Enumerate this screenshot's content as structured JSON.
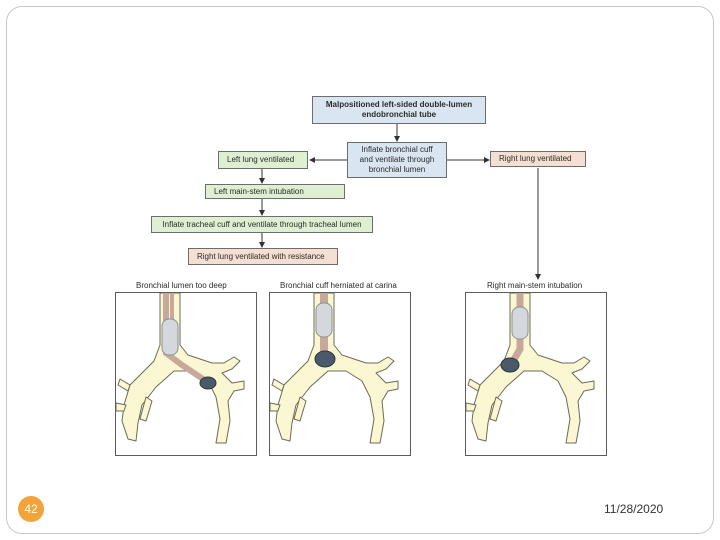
{
  "flowchart": {
    "top_box": "Malpositioned left-sided double-lumen\nendobronchial tube",
    "inflate_bronchial": "Inflate bronchial cuff\nand ventilate through\nbronchial lumen",
    "left_lung_ventilated": "Left lung ventilated",
    "left_mainstem": "Left main-stem intubation",
    "inflate_tracheal": "Inflate tracheal cuff and ventilate through tracheal lumen",
    "right_lung_ventilated": "Right lung ventilated",
    "right_lung_resistance": "Right lung ventilated with resistance"
  },
  "panels": [
    {
      "caption": "Bronchial lumen too deep"
    },
    {
      "caption": "Bronchial cuff herniated at carina"
    },
    {
      "caption": "Right main-stem intubation"
    }
  ],
  "footer": {
    "page_number": "42",
    "date": "11/28/2020"
  },
  "colors": {
    "blue_box": "#d9e6f2",
    "green_box": "#dff0d2",
    "salmon_box": "#f5dfd2",
    "airway": "#fbf7d2",
    "tube": "#c8a89a",
    "cuff": "#4a5a6a",
    "page_badge": "#f2a33a"
  }
}
